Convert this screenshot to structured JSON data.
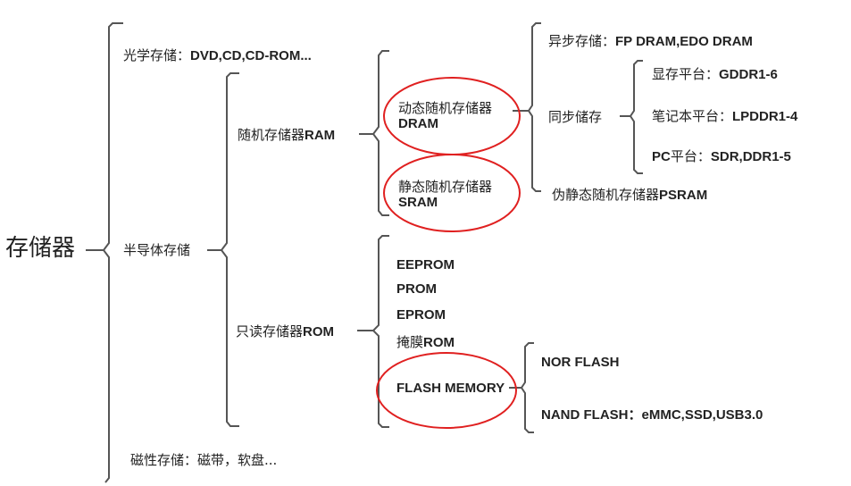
{
  "root": "存储器",
  "optical": {
    "label": "光学存储：",
    "items": "DVD,CD,CD-ROM..."
  },
  "semiconductor": "半导体存储",
  "magnetic": {
    "label": "磁性存储：磁带，软盘..."
  },
  "ram": {
    "label_cn": "随机存储器",
    "label_en": "RAM",
    "dram": {
      "cn": "动态随机存储器",
      "en": "DRAM"
    },
    "sram": {
      "cn": "静态随机存储器",
      "en": "SRAM"
    },
    "async": {
      "cn": "异步存储：",
      "en": "FP DRAM,EDO DRAM"
    },
    "sync": "同步储存",
    "gpu": {
      "cn": "显存平台：",
      "en": "GDDR1-6"
    },
    "laptop": {
      "cn": "笔记本平台：",
      "en": "LPDDR1-4"
    },
    "pc": {
      "pre": "PC",
      "cn": "平台：",
      "en": "SDR,DDR1-5"
    },
    "psram": {
      "cn": "伪静态随机存储器",
      "en": "PSRAM"
    }
  },
  "rom": {
    "label_cn": "只读存储器",
    "label_en": "ROM",
    "items": [
      "EEPROM",
      "PROM",
      "EPROM"
    ],
    "mask": {
      "cn": "掩膜",
      "en": "ROM"
    },
    "flash": "FLASH MEMORY",
    "nor": "NOR FLASH",
    "nand": {
      "label": "NAND FLASH：",
      "items": "eMMC,SSD,USB3.0"
    }
  },
  "colors": {
    "highlight": "#e02020",
    "line": "#555555"
  }
}
